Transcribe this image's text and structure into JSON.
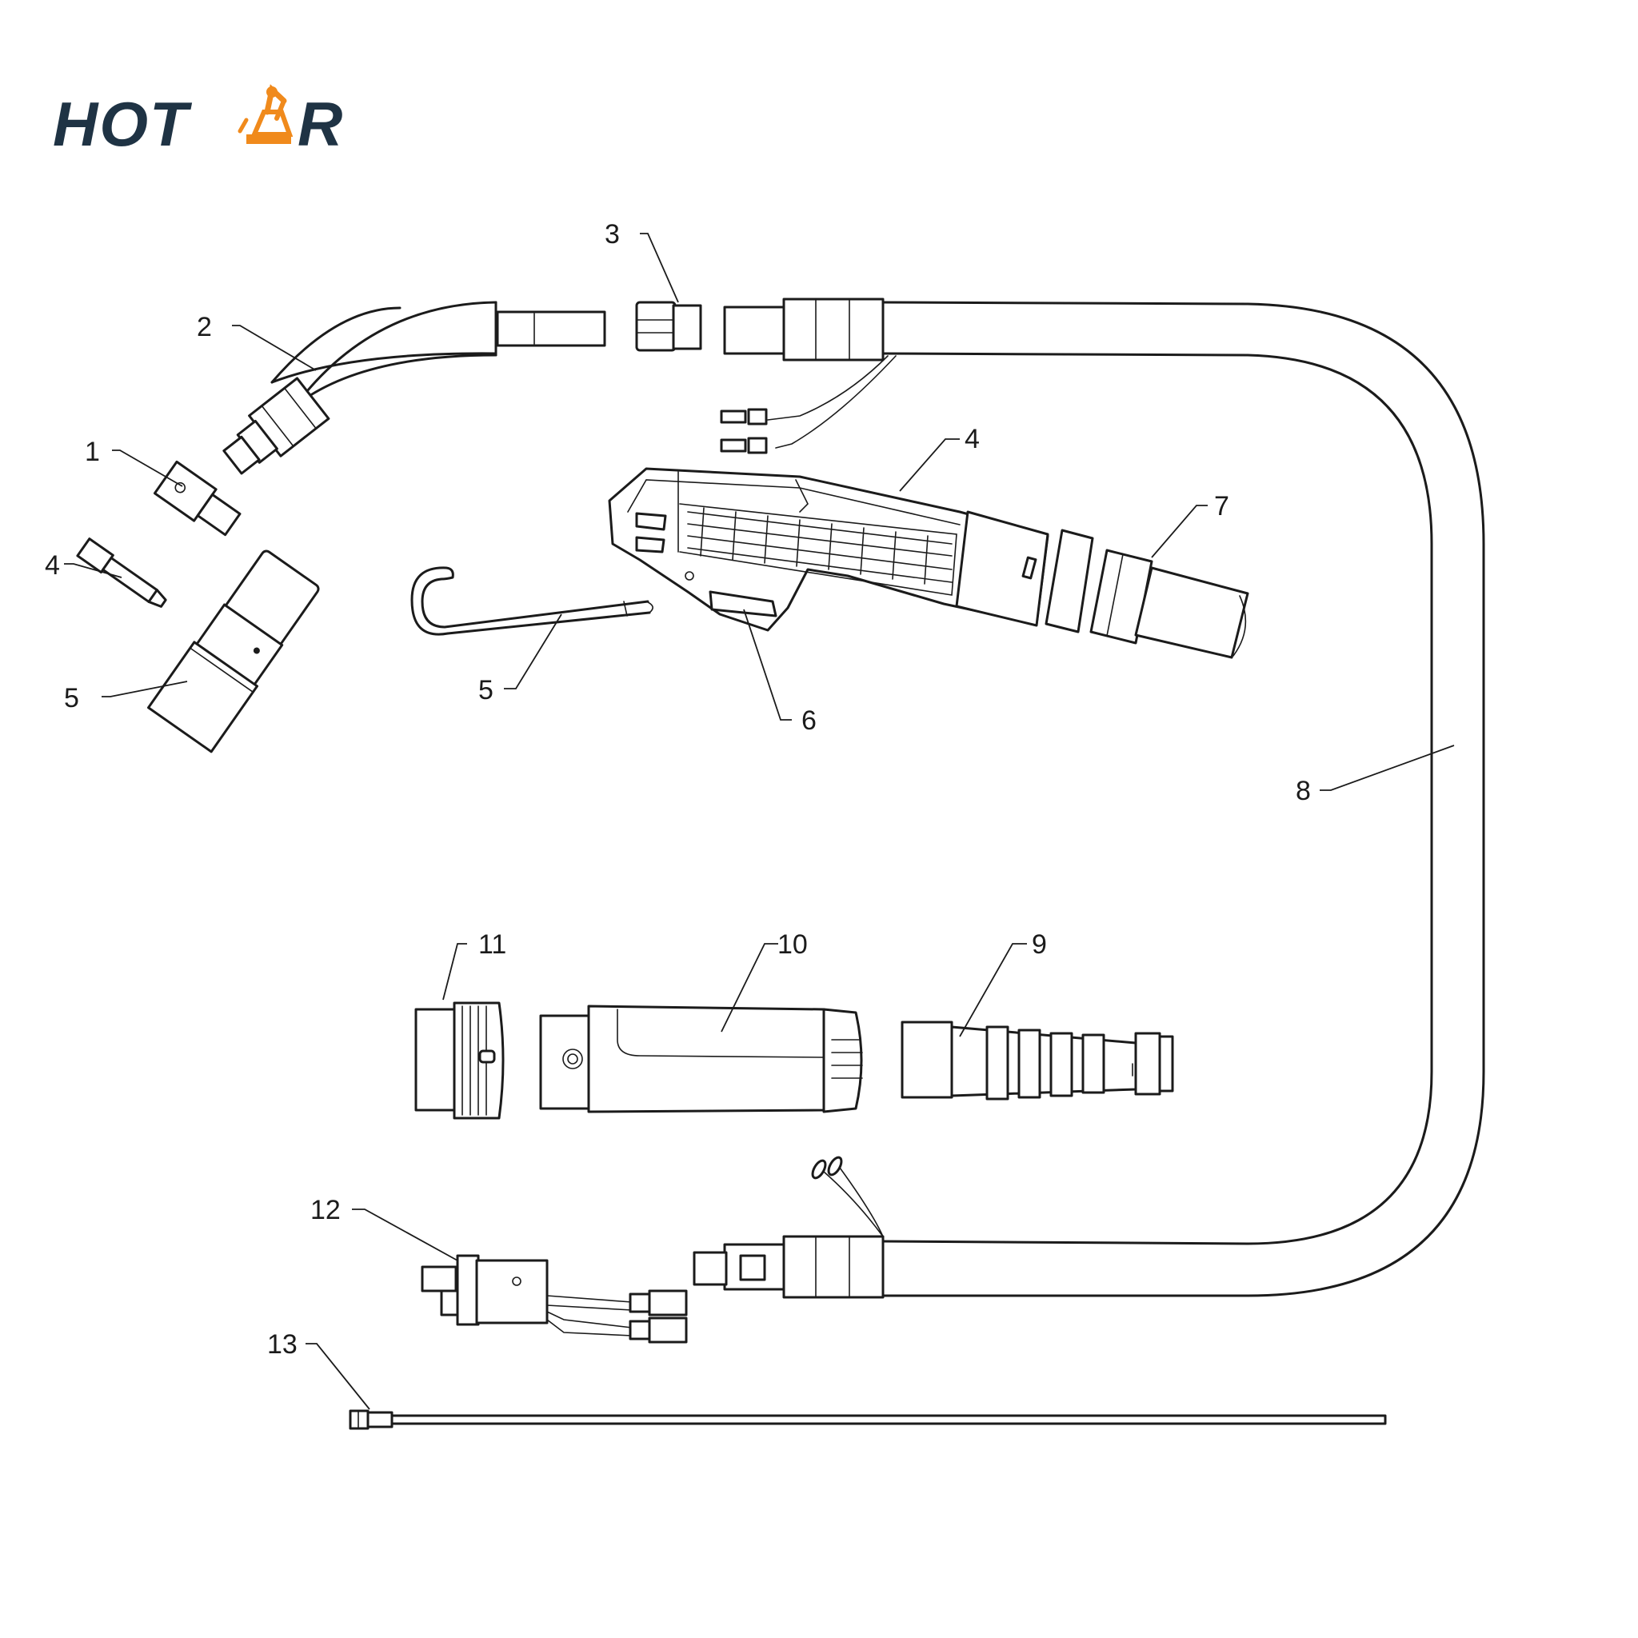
{
  "brand": {
    "logo_text_left": "HOT",
    "logo_text_right": "R",
    "accent_color": "#f08a1c",
    "text_color": "#1f3344"
  },
  "callouts": [
    "1",
    "2",
    "3",
    "4",
    "4",
    "5",
    "5",
    "6",
    "7",
    "8",
    "9",
    "10",
    "11",
    "12",
    "13"
  ]
}
